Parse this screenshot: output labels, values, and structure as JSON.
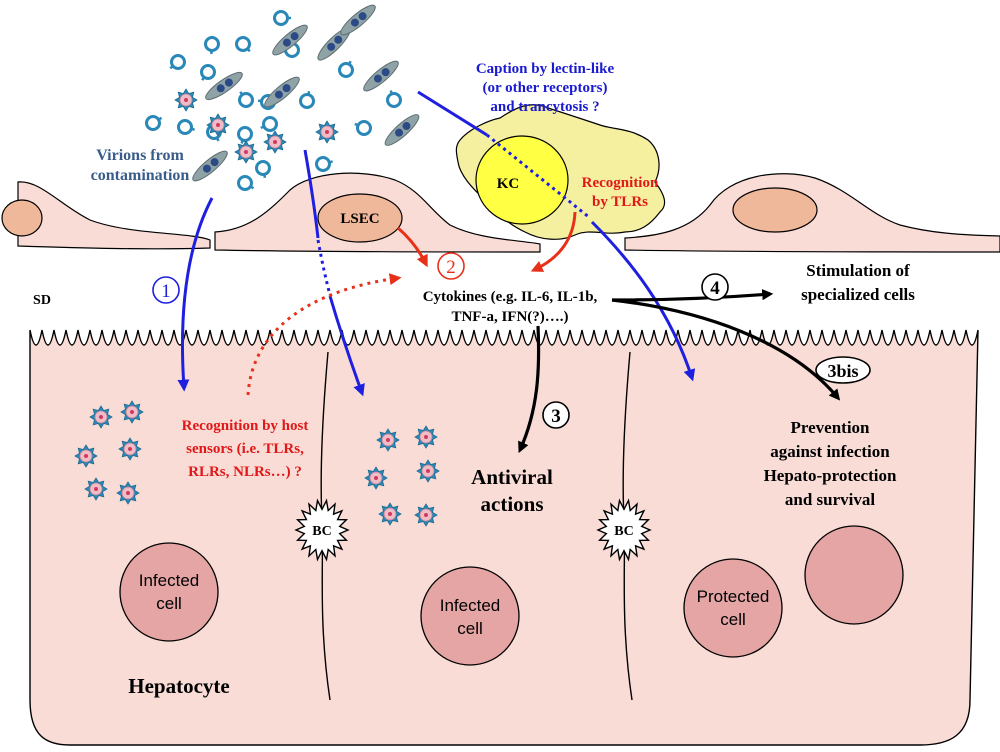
{
  "labels": {
    "virions": [
      "Virions from",
      "contamination"
    ],
    "caption": [
      "Caption by lectin-like",
      "(or other receptors)",
      "and trancytosis ?"
    ],
    "kc": "KC",
    "lsec": "LSEC",
    "recognition_tlrs": [
      "Recognition",
      "by TLRs"
    ],
    "sd": "SD",
    "cytokines": [
      "Cytokines (e.g. IL-6, IL-1b,",
      "TNF-a, IFN(?)….)"
    ],
    "stimulation": [
      "Stimulation of",
      "specialized cells"
    ],
    "host_sensors": [
      "Recognition by host",
      "sensors (i.e. TLRs,",
      "RLRs, NLRs…) ?"
    ],
    "antiviral": [
      "Antiviral",
      "actions"
    ],
    "prevention": [
      "Prevention",
      "against infection",
      "Hepato-protection",
      "and survival"
    ],
    "bc": "BC",
    "infected_cell": [
      "Infected",
      "cell"
    ],
    "protected_cell": [
      "Protected",
      "cell"
    ],
    "hepatocyte": "Hepatocyte"
  },
  "steps": {
    "one": "1",
    "two": "2",
    "three": "3",
    "four": "4",
    "three_bis": "3bis"
  },
  "colors": {
    "cell_fill": "#f9dcd6",
    "nucleus_fill": "#e5a5a5",
    "nucleus_light": "#f0b89a",
    "kc_fill": "#f5f0a0",
    "kc_nucleus": "#ffff44",
    "arrow_blue": "#1f1fe0",
    "arrow_red": "#e83018",
    "text_blue": "#3a5c8a",
    "text_caption": "#1a1ad0",
    "text_red": "#e01818",
    "virion_teal": "#2a88b8"
  }
}
